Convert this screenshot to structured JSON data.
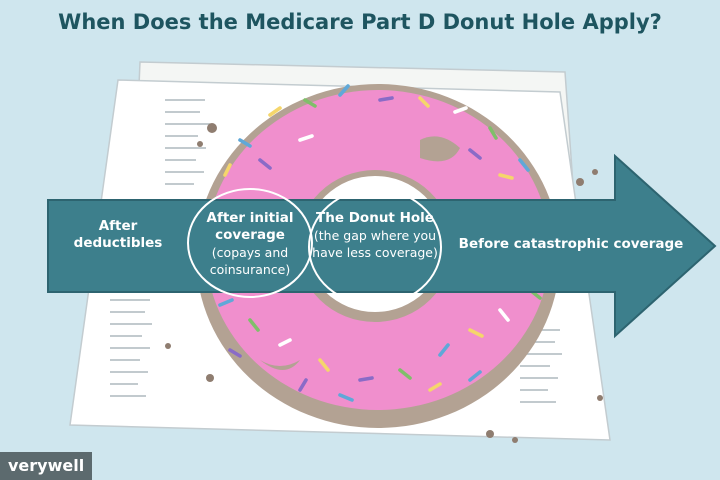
{
  "title": "When Does the Medicare Part D Donut Hole Apply?",
  "stages": [
    {
      "head": "After deductibles",
      "sub": ""
    },
    {
      "head": "After initial coverage",
      "sub": "(copays and coinsurance)"
    },
    {
      "head": "The Donut Hole",
      "sub": "(the gap where you have less coverage)"
    },
    {
      "head": "Before catastrophic coverage",
      "sub": ""
    }
  ],
  "logo": "verywell",
  "colors": {
    "background": "#cfe6ee",
    "arrow": "#3d7f8c",
    "icing": "#f08fcd",
    "dough": "#b3a293",
    "title": "#1e5560"
  }
}
